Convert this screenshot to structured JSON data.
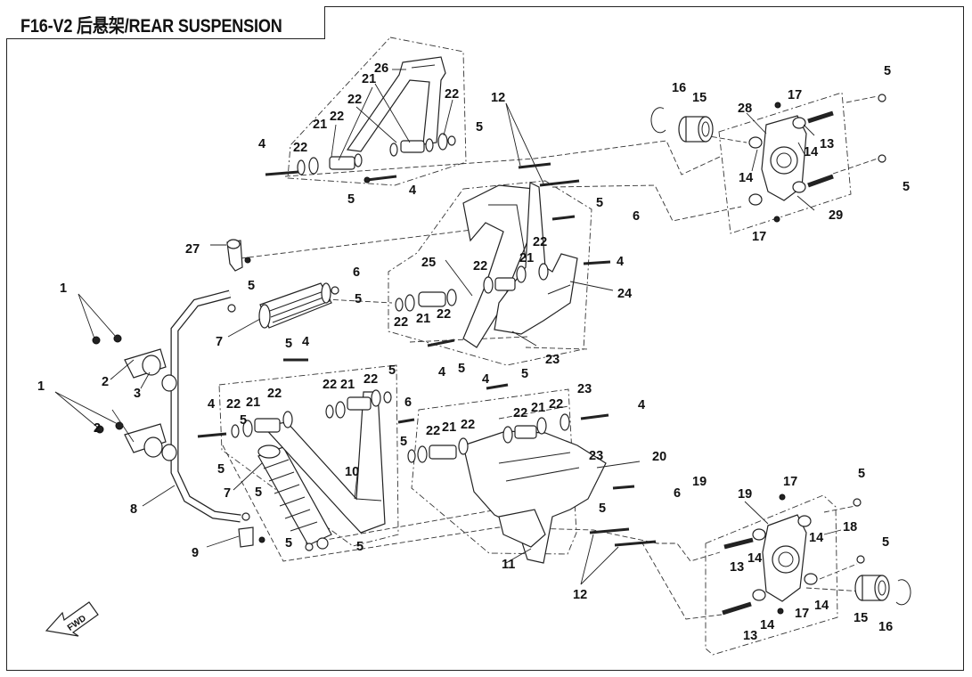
{
  "title": "F16-V2 后悬架/REAR SUSPENSION",
  "fwd_label": "FWD",
  "callouts": [
    {
      "id": "c1",
      "text": "26"
    },
    {
      "id": "c2",
      "text": "21"
    },
    {
      "id": "c3",
      "text": "22"
    },
    {
      "id": "c4",
      "text": "22"
    },
    {
      "id": "c5",
      "text": "21"
    },
    {
      "id": "c6",
      "text": "22"
    },
    {
      "id": "c7",
      "text": "22"
    },
    {
      "id": "c8",
      "text": "5"
    },
    {
      "id": "c9",
      "text": "4"
    },
    {
      "id": "c10",
      "text": "5"
    },
    {
      "id": "c11",
      "text": "4"
    },
    {
      "id": "c12",
      "text": "12"
    },
    {
      "id": "c13",
      "text": "16"
    },
    {
      "id": "c14",
      "text": "15"
    },
    {
      "id": "c15",
      "text": "17"
    },
    {
      "id": "c16",
      "text": "28"
    },
    {
      "id": "c17",
      "text": "5"
    },
    {
      "id": "c18",
      "text": "13"
    },
    {
      "id": "c19",
      "text": "14"
    },
    {
      "id": "c20",
      "text": "14"
    },
    {
      "id": "c21",
      "text": "5"
    },
    {
      "id": "c22",
      "text": "29"
    },
    {
      "id": "c23",
      "text": "17"
    },
    {
      "id": "c24",
      "text": "5"
    },
    {
      "id": "c25",
      "text": "6"
    },
    {
      "id": "c26",
      "text": "27"
    },
    {
      "id": "c27",
      "text": "25"
    },
    {
      "id": "c28",
      "text": "22"
    },
    {
      "id": "c29",
      "text": "21"
    },
    {
      "id": "c30",
      "text": "22"
    },
    {
      "id": "c31",
      "text": "4"
    },
    {
      "id": "c32",
      "text": "24"
    },
    {
      "id": "c33",
      "text": "6"
    },
    {
      "id": "c34",
      "text": "5"
    },
    {
      "id": "c35",
      "text": "5"
    },
    {
      "id": "c36",
      "text": "22"
    },
    {
      "id": "c37",
      "text": "21"
    },
    {
      "id": "c38",
      "text": "22"
    },
    {
      "id": "c39",
      "text": "7"
    },
    {
      "id": "c40",
      "text": "23"
    },
    {
      "id": "c41",
      "text": "1"
    },
    {
      "id": "c42",
      "text": "4"
    },
    {
      "id": "c43",
      "text": "5"
    },
    {
      "id": "c44",
      "text": "5"
    },
    {
      "id": "c45",
      "text": "4"
    },
    {
      "id": "c46",
      "text": "5"
    },
    {
      "id": "c47",
      "text": "22"
    },
    {
      "id": "c48",
      "text": "21"
    },
    {
      "id": "c49",
      "text": "22"
    },
    {
      "id": "c50",
      "text": "5"
    },
    {
      "id": "c51",
      "text": "2"
    },
    {
      "id": "c52",
      "text": "3"
    },
    {
      "id": "c53",
      "text": "1"
    },
    {
      "id": "c54",
      "text": "4"
    },
    {
      "id": "c55",
      "text": "22"
    },
    {
      "id": "c56",
      "text": "21"
    },
    {
      "id": "c57",
      "text": "22"
    },
    {
      "id": "c58",
      "text": "6"
    },
    {
      "id": "c59",
      "text": "4"
    },
    {
      "id": "c60",
      "text": "5"
    },
    {
      "id": "c61",
      "text": "23"
    },
    {
      "id": "c62",
      "text": "22"
    },
    {
      "id": "c63",
      "text": "21"
    },
    {
      "id": "c64",
      "text": "22"
    },
    {
      "id": "c65",
      "text": "4"
    },
    {
      "id": "c66",
      "text": "22"
    },
    {
      "id": "c67",
      "text": "21"
    },
    {
      "id": "c68",
      "text": "22"
    },
    {
      "id": "c69",
      "text": "5"
    },
    {
      "id": "c70",
      "text": "23"
    },
    {
      "id": "c71",
      "text": "20"
    },
    {
      "id": "c72",
      "text": "5"
    },
    {
      "id": "c73",
      "text": "7"
    },
    {
      "id": "c74",
      "text": "10"
    },
    {
      "id": "c75",
      "text": "19"
    },
    {
      "id": "c76",
      "text": "6"
    },
    {
      "id": "c77",
      "text": "17"
    },
    {
      "id": "c78",
      "text": "5"
    },
    {
      "id": "c79",
      "text": "8"
    },
    {
      "id": "c80",
      "text": "5"
    },
    {
      "id": "c81",
      "text": "19"
    },
    {
      "id": "c82",
      "text": "5"
    },
    {
      "id": "c83",
      "text": "18"
    },
    {
      "id": "c84",
      "text": "9"
    },
    {
      "id": "c85",
      "text": "14"
    },
    {
      "id": "c86",
      "text": "5"
    },
    {
      "id": "c87",
      "text": "13"
    },
    {
      "id": "c88",
      "text": "14"
    },
    {
      "id": "c89",
      "text": "11"
    },
    {
      "id": "c90",
      "text": "12"
    },
    {
      "id": "c91",
      "text": "17"
    },
    {
      "id": "c92",
      "text": "14"
    },
    {
      "id": "c93",
      "text": "15"
    },
    {
      "id": "c94",
      "text": "13"
    },
    {
      "id": "c95",
      "text": "14"
    },
    {
      "id": "c96",
      "text": "16"
    },
    {
      "id": "c97",
      "text": "5"
    },
    {
      "id": "c98",
      "text": "5"
    },
    {
      "id": "c99",
      "text": "2"
    }
  ]
}
